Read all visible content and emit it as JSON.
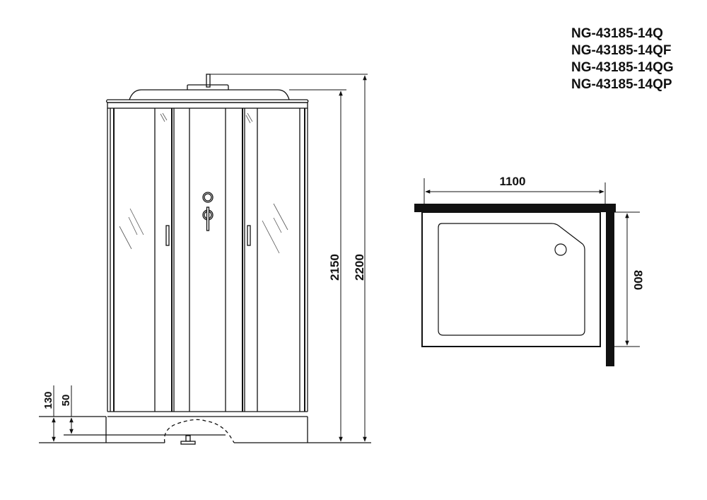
{
  "models": [
    "NG-43185-14Q",
    "NG-43185-14QF",
    "NG-43185-14QG",
    "NG-43185-14QP"
  ],
  "front_view": {
    "dimensions": {
      "total_height": "2200",
      "cabin_height": "2150",
      "tray_height": "130",
      "leg_height": "50"
    }
  },
  "plan_view": {
    "dimensions": {
      "width": "1100",
      "depth": "800"
    }
  },
  "colors": {
    "line": "#111111",
    "background": "#ffffff"
  }
}
